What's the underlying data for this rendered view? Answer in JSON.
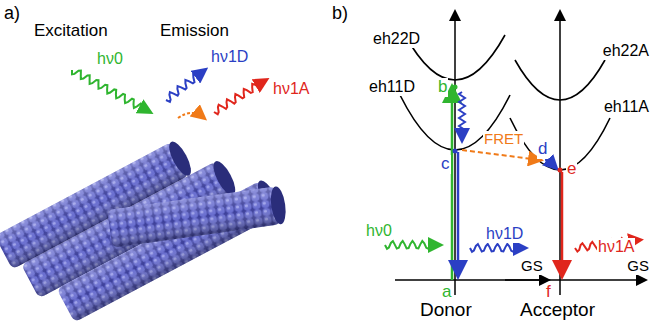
{
  "diagram": {
    "labels": [
      "a)",
      "Excitation",
      "Emission",
      "hν0",
      "hν1D",
      "hν1A",
      "b)",
      "eh22D",
      "eh11D",
      "eh22A",
      "eh11A",
      "FRET",
      "b",
      "c",
      "d",
      "e",
      "a",
      "f",
      "hν0",
      "hν1D",
      "hν1A",
      "GS",
      "GS",
      "Donor",
      "Acceptor"
    ]
  }
}
